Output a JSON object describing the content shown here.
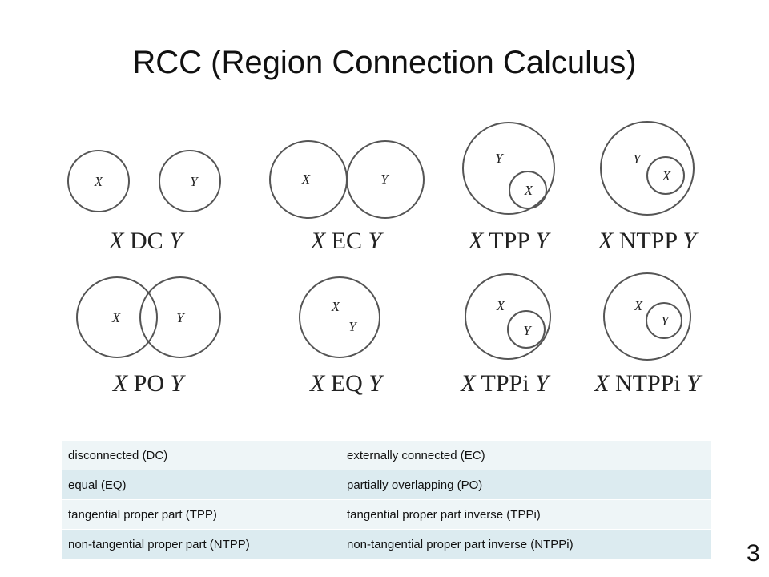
{
  "slide": {
    "title": "RCC (Region Connection Calculus)",
    "page_number": "3"
  },
  "relations": [
    {
      "id": "dc",
      "x_label": "X",
      "y_label": "Y",
      "caption_x": "X",
      "caption_rel": "DC",
      "caption_y": "Y"
    },
    {
      "id": "ec",
      "x_label": "X",
      "y_label": "Y",
      "caption_x": "X",
      "caption_rel": "EC",
      "caption_y": "Y"
    },
    {
      "id": "tpp",
      "x_label": "X",
      "y_label": "Y",
      "caption_x": "X",
      "caption_rel": "TPP",
      "caption_y": "Y"
    },
    {
      "id": "ntpp",
      "x_label": "X",
      "y_label": "Y",
      "caption_x": "X",
      "caption_rel": "NTPP",
      "caption_y": "Y"
    },
    {
      "id": "po",
      "x_label": "X",
      "y_label": "Y",
      "caption_x": "X",
      "caption_rel": "PO",
      "caption_y": "Y"
    },
    {
      "id": "eq",
      "x_label": "X",
      "y_label": "Y",
      "caption_x": "X",
      "caption_rel": "EQ",
      "caption_y": "Y"
    },
    {
      "id": "tppi",
      "x_label": "X",
      "y_label": "Y",
      "caption_x": "X",
      "caption_rel": "TPPi",
      "caption_y": "Y"
    },
    {
      "id": "ntppi",
      "x_label": "X",
      "y_label": "Y",
      "caption_x": "X",
      "caption_rel": "NTPPi",
      "caption_y": "Y"
    }
  ],
  "legend": {
    "rows": [
      [
        "disconnected (DC)",
        "externally connected (EC)"
      ],
      [
        "equal (EQ)",
        "partially overlapping (PO)"
      ],
      [
        "tangential proper part (TPP)",
        "tangential proper part inverse (TPPi)"
      ],
      [
        "non-tangential proper part (NTPP)",
        "non-tangential proper part inverse (NTPPi)"
      ]
    ]
  },
  "colors": {
    "circle_stroke": "#555555",
    "row_light": "#eef5f7",
    "row_dark": "#dcebf0"
  }
}
